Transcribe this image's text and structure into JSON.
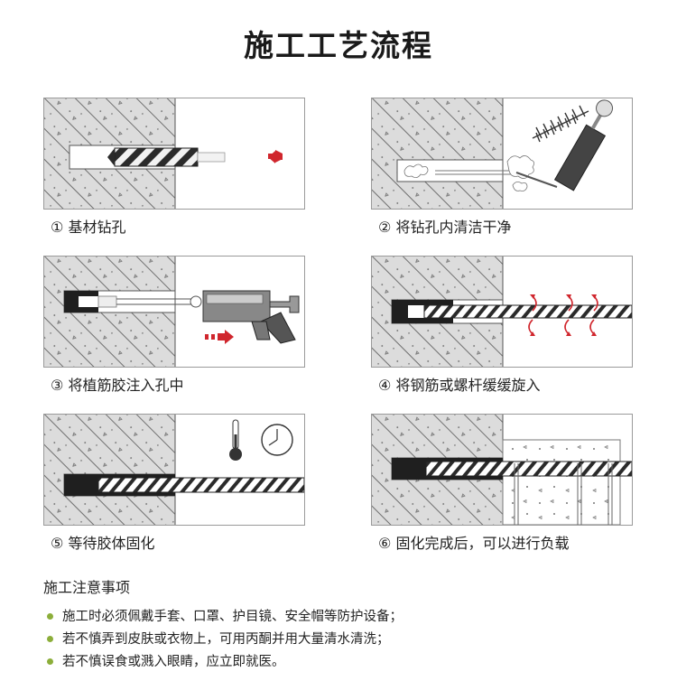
{
  "title": "施工工艺流程",
  "steps": [
    {
      "num": "①",
      "label": "基材钻孔"
    },
    {
      "num": "②",
      "label": "将钻孔内清洁干净"
    },
    {
      "num": "③",
      "label": "将植筋胶注入孔中"
    },
    {
      "num": "④",
      "label": "将钢筋或螺杆缓缓旋入"
    },
    {
      "num": "⑤",
      "label": "等待胶体固化"
    },
    {
      "num": "⑥",
      "label": "固化完成后，可以进行负载"
    }
  ],
  "notes": {
    "title": "施工注意事项",
    "items": [
      "施工时必须佩戴手套、口罩、护目镜、安全帽等防护设备；",
      "若不慎弄到皮肤或衣物上，可用丙酮并用大量清水清洗；",
      "若不慎误食或溅入眼睛，应立即就医。"
    ]
  },
  "colors": {
    "bullet": "#8cae3a",
    "arrow": "#d0262d",
    "concrete": "#dedede",
    "glue": "#1f1f1f"
  }
}
